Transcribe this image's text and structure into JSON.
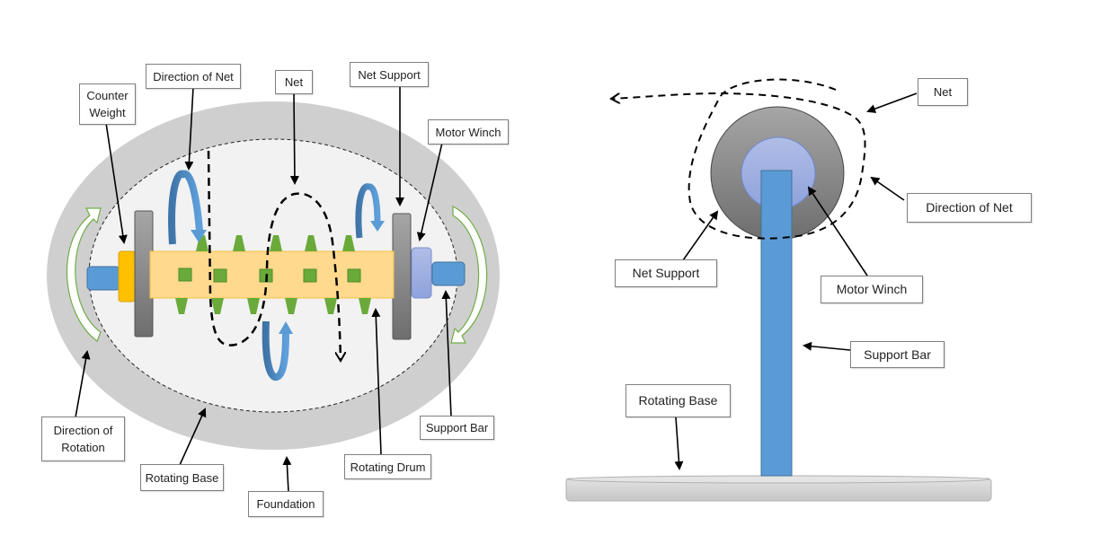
{
  "colors": {
    "foundation": "#cfcfcf",
    "base_inner": "#f2f2f2",
    "drum": "#ffd98e",
    "drum_border": "#f4c342",
    "teeth": "#6aaa3a",
    "blue_bar": "#5b9bd5",
    "motor_winch": "#9fb0e0",
    "counter_weight": "#ffc000",
    "net_support": "#808080",
    "rotation_arrow": "#70ad47"
  },
  "left_diagram": {
    "labels": {
      "counter_weight": "Counter\nWeight",
      "direction_of_net": "Direction of Net",
      "net": "Net",
      "net_support": "Net Support",
      "motor_winch": "Motor Winch",
      "direction_of_rotation": "Direction of\nRotation",
      "rotating_base": "Rotating Base",
      "foundation": "Foundation",
      "rotating_drum": "Rotating Drum",
      "support_bar": "Support Bar"
    }
  },
  "right_diagram": {
    "labels": {
      "net": "Net",
      "direction_of_net": "Direction of Net",
      "net_support": "Net Support",
      "motor_winch": "Motor Winch",
      "support_bar": "Support Bar",
      "rotating_base": "Rotating Base"
    }
  }
}
